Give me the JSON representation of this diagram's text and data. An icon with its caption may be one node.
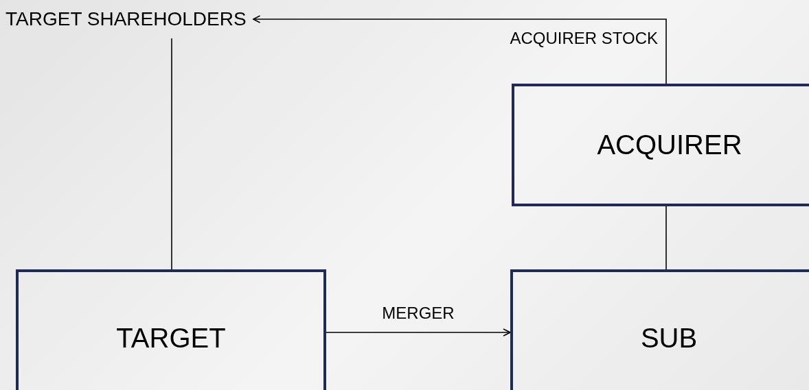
{
  "diagram": {
    "nodes": [
      {
        "text": [
          "TARGET SHAREHOLDERS"
        ]
      },
      {
        "text": [
          "ACQUIRER"
        ]
      },
      {
        "text": [
          "TARGET"
        ]
      },
      {
        "text": [
          "SUB"
        ]
      }
    ],
    "edges": [
      {
        "from": 1,
        "to": 0,
        "arrow": "to",
        "label": "ACQUIRER STOCK"
      },
      {
        "from": 0,
        "to": 2,
        "arrow": "none"
      },
      {
        "from": 1,
        "to": 3,
        "arrow": "none"
      },
      {
        "from": 2,
        "to": 3,
        "arrow": "to",
        "label": "MERGER"
      }
    ]
  }
}
